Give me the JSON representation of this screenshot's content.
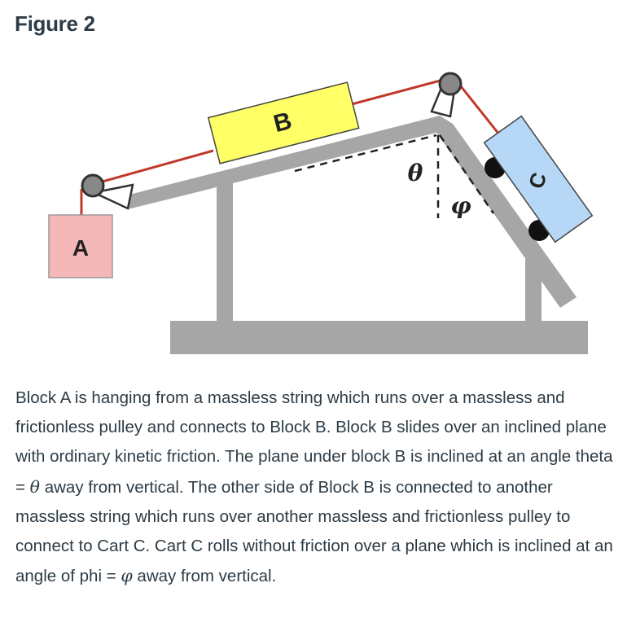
{
  "figure_title": "Figure 2",
  "labels": {
    "block_a": "A",
    "block_b": "B",
    "cart_c": "C",
    "theta": "θ",
    "phi": "φ"
  },
  "colors": {
    "block_a": "#f4b8b8",
    "block_b": "#ffff66",
    "cart_c": "#b7d7f7",
    "support": "#a6a6a6",
    "string": "#c0392b",
    "pulley": "#888888"
  },
  "caption": {
    "p1": "Block A is hanging from a massless string which runs over a massless and frictionless pulley and connects to Block B.  Block B slides over an inclined plane with ordinary kinetic friction.  The plane under block B is inclined at an angle theta = ",
    "theta_symbol": "θ",
    "p2": " away from vertical. The other side of Block B is connected to another massless string which runs over another massless and frictionless pulley to connect to Cart C.  Cart C rolls without friction over a plane which is inclined at an angle of phi = ",
    "phi_symbol": "φ",
    "p3": " away from vertical."
  }
}
